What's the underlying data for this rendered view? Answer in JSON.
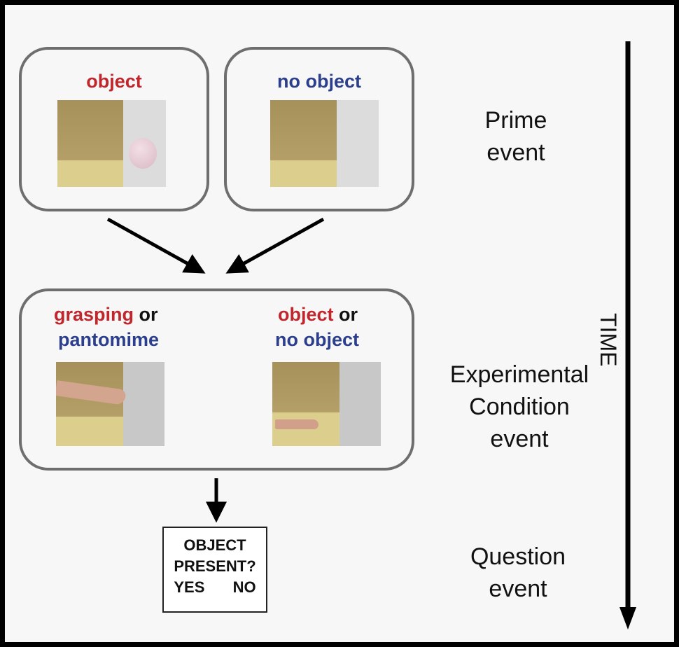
{
  "prime": {
    "left_label": "object",
    "right_label": "no object"
  },
  "condition": {
    "left_red": "grasping",
    "left_or": "or",
    "left_blue": "pantomime",
    "right_red": "object",
    "right_or": "or",
    "right_blue": "no object"
  },
  "question": {
    "line1": "OBJECT",
    "line2": "PRESENT?",
    "yes": "YES",
    "no": "NO"
  },
  "events": {
    "prime_line1": "Prime",
    "prime_line2": "event",
    "condition_line1": "Experimental",
    "condition_line2": "Condition",
    "condition_line3": "event",
    "question_line1": "Question",
    "question_line2": "event"
  },
  "time_label": "TIME",
  "colors": {
    "red": "#c0272d",
    "blue": "#2b3f8c",
    "box_border": "#6e6e6e"
  }
}
